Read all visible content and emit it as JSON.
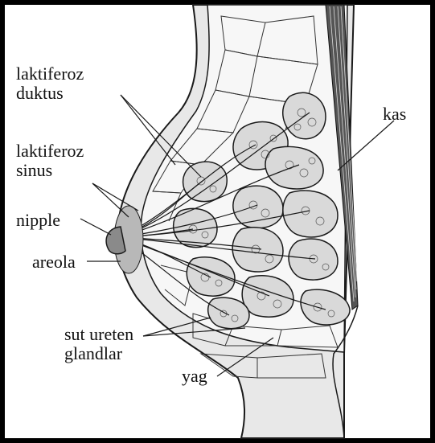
{
  "labels": {
    "laktiferoz_duktus": [
      "laktiferoz",
      "duktus"
    ],
    "laktiferoz_sinus": [
      "laktiferoz",
      "sinus"
    ],
    "nipple": "nipple",
    "areola": "areola",
    "sut_ureten_glandlar": [
      "sut ureten",
      "glandlar"
    ],
    "yag": "yag",
    "kas": "kas"
  },
  "colors": {
    "stroke": "#1a1a1a",
    "skin": "#e8e8e8",
    "areola": "#b8b8b8",
    "muscle": "#555555",
    "lobule_fill": "#d9d9d9"
  }
}
